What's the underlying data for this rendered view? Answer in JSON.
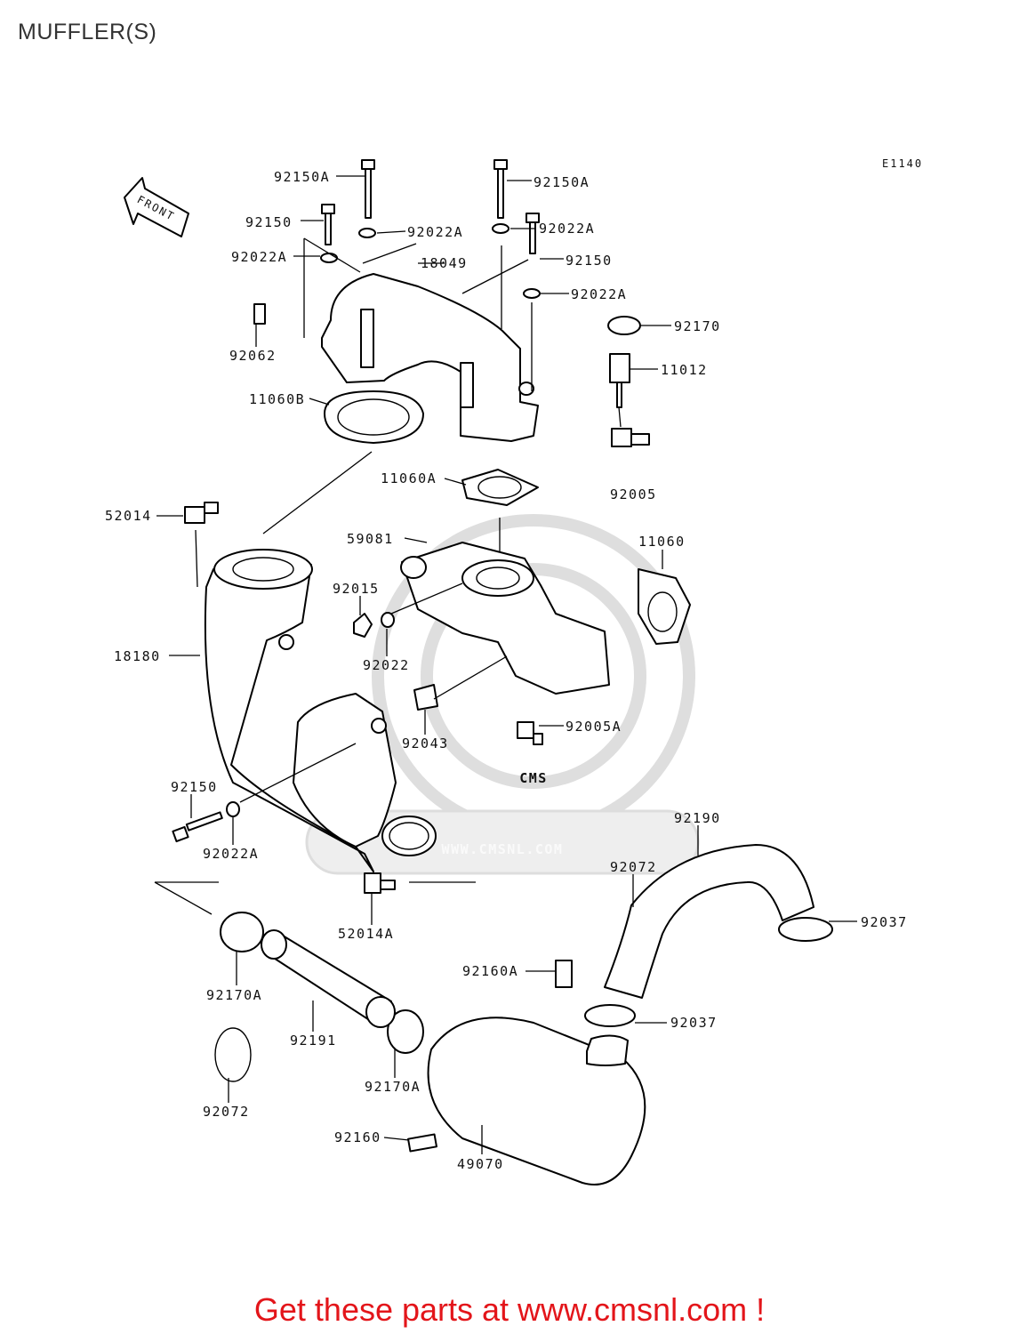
{
  "title": "MUFFLER(S)",
  "diagram_code": "E1140",
  "front_label": "FRONT",
  "watermark": {
    "logo": "CMS",
    "url": "WWW.CMSNL.COM"
  },
  "footer": "Get these parts at www.cmsnl.com !",
  "callouts": [
    "92150A",
    "92150A",
    "92150",
    "92022A",
    "92022A",
    "18049",
    "92150",
    "92022A",
    "92022A",
    "92170",
    "92062",
    "11012",
    "11060B",
    "92005",
    "11060A",
    "52014",
    "59081",
    "11060",
    "92015",
    "92022",
    "18180",
    "92005A",
    "92043",
    "92150",
    "92190",
    "92022A",
    "92072",
    "92037",
    "52014A",
    "92160A",
    "92170A",
    "92037",
    "92191",
    "92170A",
    "92072",
    "92160",
    "49070"
  ],
  "colors": {
    "footer": "#e3151a",
    "line": "#000000",
    "watermark": "#dedede"
  }
}
